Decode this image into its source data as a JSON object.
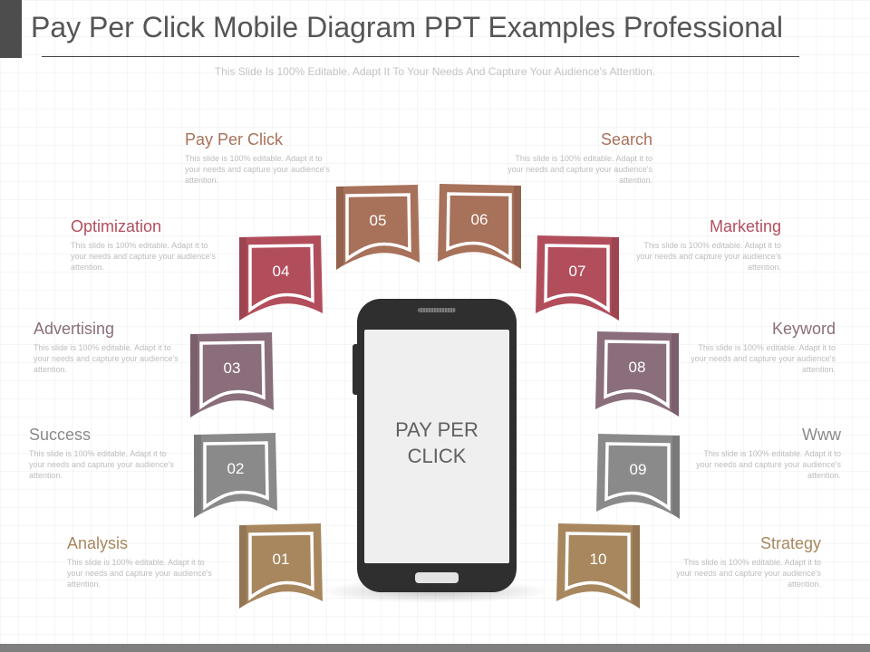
{
  "header": {
    "title": "Pay Per Click Mobile Diagram PPT Examples Professional",
    "subtitle": "This Slide Is 100% Editable. Adapt It To Your Needs And Capture Your Audience's Attention."
  },
  "phone": {
    "screen_text": "PAY PER CLICK"
  },
  "items": [
    {
      "number": "01",
      "heading": "Analysis",
      "desc": "This slide is 100% editable. Adapt it to your needs and capture your audience's attention.",
      "color": "#a8875f"
    },
    {
      "number": "02",
      "heading": "Success",
      "desc": "This slide is 100% editable. Adapt it to your needs and capture your audience's attention.",
      "color": "#8a8a8a"
    },
    {
      "number": "03",
      "heading": "Advertising",
      "desc": "This slide is 100% editable. Adapt it to your needs and capture your audience's attention.",
      "color": "#8a6e7b"
    },
    {
      "number": "04",
      "heading": "Optimization",
      "desc": "This slide is 100% editable. Adapt it to your needs and capture your audience's attention.",
      "color": "#b24e5c"
    },
    {
      "number": "05",
      "heading": "Pay Per Click",
      "desc": "This slide is 100% editable. Adapt it to your needs and capture your audience's attention.",
      "color": "#a8715a"
    },
    {
      "number": "06",
      "heading": "Search",
      "desc": "This slide is 100% editable. Adapt it to your needs and capture your audience's attention.",
      "color": "#a8715a"
    },
    {
      "number": "07",
      "heading": "Marketing",
      "desc": "This slide is 100% editable. Adapt it to your needs and capture your audience's attention.",
      "color": "#b24e5c"
    },
    {
      "number": "08",
      "heading": "Keyword",
      "desc": "This slide is 100% editable. Adapt it to your needs and capture your audience's attention.",
      "color": "#8a6e7b"
    },
    {
      "number": "09",
      "heading": "Www",
      "desc": "This slide is 100% editable. Adapt it to your needs and capture your audience's attention.",
      "color": "#8a8a8a"
    },
    {
      "number": "10",
      "heading": "Strategy",
      "desc": "This slide is 100% editable. Adapt it to your needs and capture your audience's attention.",
      "color": "#a8875f"
    }
  ]
}
